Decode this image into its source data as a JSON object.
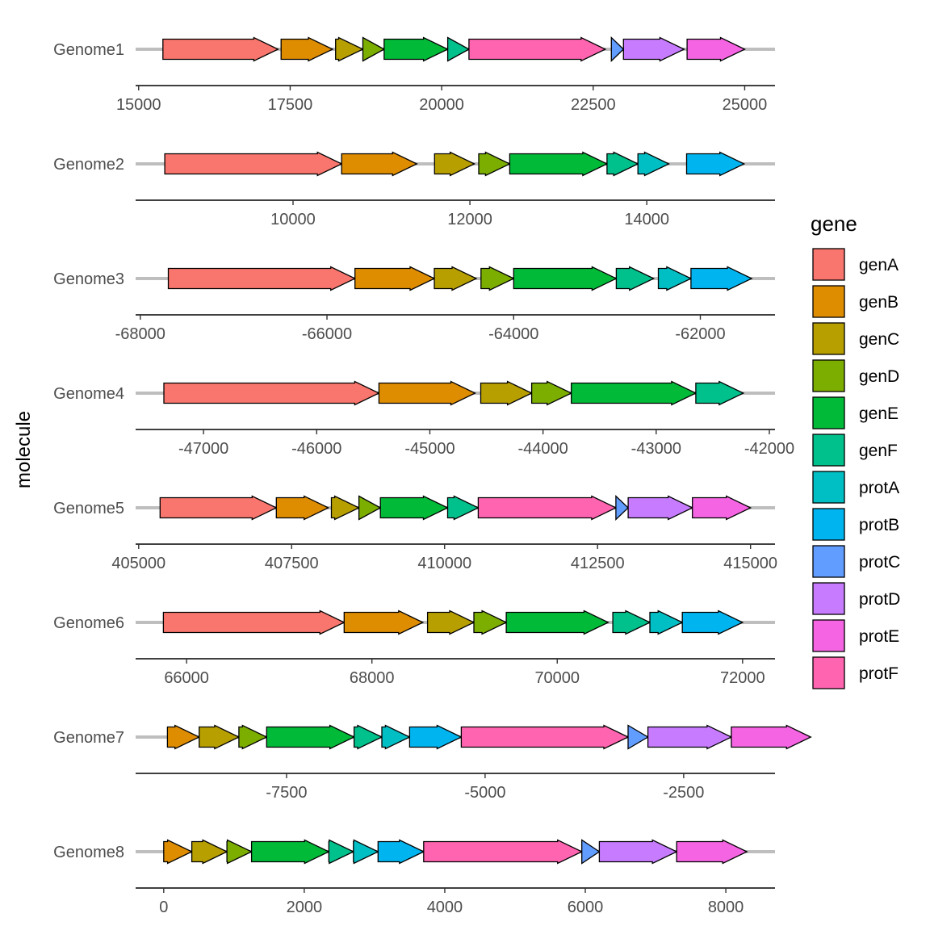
{
  "chart_data": {
    "type": "gene-arrow-map",
    "ylabel": "molecule",
    "legend": {
      "title": "gene",
      "placement": "right",
      "entries": [
        {
          "name": "genA",
          "color": "#F8766D"
        },
        {
          "name": "genB",
          "color": "#DE8C00"
        },
        {
          "name": "genC",
          "color": "#B79F00"
        },
        {
          "name": "genD",
          "color": "#7CAE00"
        },
        {
          "name": "genE",
          "color": "#00BA38"
        },
        {
          "name": "genF",
          "color": "#00C08B"
        },
        {
          "name": "protA",
          "color": "#00BFC4"
        },
        {
          "name": "protB",
          "color": "#00B4F0"
        },
        {
          "name": "protC",
          "color": "#619CFF"
        },
        {
          "name": "protD",
          "color": "#C77CFF"
        },
        {
          "name": "protE",
          "color": "#F564E3"
        },
        {
          "name": "protF",
          "color": "#FF64B0"
        }
      ]
    },
    "molecules": [
      {
        "name": "Genome1",
        "xlim": [
          14950,
          25500
        ],
        "ticks": [
          {
            "value": 15000,
            "label": "15000"
          },
          {
            "value": 17500,
            "label": "17500"
          },
          {
            "value": 20000,
            "label": "20000"
          },
          {
            "value": 22500,
            "label": "22500"
          },
          {
            "value": 25000,
            "label": "25000"
          }
        ],
        "genes": [
          {
            "gene": "genA",
            "start": 15400,
            "end": 17300
          },
          {
            "gene": "genB",
            "start": 17350,
            "end": 18200
          },
          {
            "gene": "genC",
            "start": 18250,
            "end": 18700
          },
          {
            "gene": "genD",
            "start": 18700,
            "end": 19050
          },
          {
            "gene": "genE",
            "start": 19050,
            "end": 20100
          },
          {
            "gene": "genF",
            "start": 20100,
            "end": 20450
          },
          {
            "gene": "protF",
            "start": 20450,
            "end": 22700
          },
          {
            "gene": "protC",
            "start": 22800,
            "end": 23000
          },
          {
            "gene": "protD",
            "start": 23000,
            "end": 24000
          },
          {
            "gene": "protE",
            "start": 24050,
            "end": 25000
          }
        ]
      },
      {
        "name": "Genome2",
        "xlim": [
          8220,
          15450
        ],
        "ticks": [
          {
            "value": 10000,
            "label": "10000"
          },
          {
            "value": 12000,
            "label": "12000"
          },
          {
            "value": 14000,
            "label": "14000"
          }
        ],
        "genes": [
          {
            "gene": "genA",
            "start": 8550,
            "end": 10550
          },
          {
            "gene": "genB",
            "start": 10550,
            "end": 11400
          },
          {
            "gene": "genC",
            "start": 11600,
            "end": 12050
          },
          {
            "gene": "genD",
            "start": 12100,
            "end": 12450
          },
          {
            "gene": "genE",
            "start": 12450,
            "end": 13550
          },
          {
            "gene": "genF",
            "start": 13550,
            "end": 13900
          },
          {
            "gene": "protA",
            "start": 13900,
            "end": 14250
          },
          {
            "gene": "protB",
            "start": 14450,
            "end": 15100
          }
        ]
      },
      {
        "name": "Genome3",
        "xlim": [
          -68050,
          -61200
        ],
        "ticks": [
          {
            "value": -68000,
            "label": "-68000"
          },
          {
            "value": -66000,
            "label": "-66000"
          },
          {
            "value": -64000,
            "label": "-64000"
          },
          {
            "value": -62000,
            "label": "-62000"
          }
        ],
        "genes": [
          {
            "gene": "genA",
            "start": -67700,
            "end": -65700
          },
          {
            "gene": "genB",
            "start": -65700,
            "end": -64850
          },
          {
            "gene": "genC",
            "start": -64850,
            "end": -64400
          },
          {
            "gene": "genD",
            "start": -64350,
            "end": -64000
          },
          {
            "gene": "genE",
            "start": -64000,
            "end": -62900
          },
          {
            "gene": "genF",
            "start": -62900,
            "end": -62500
          },
          {
            "gene": "protA",
            "start": -62450,
            "end": -62100
          },
          {
            "gene": "protB",
            "start": -62100,
            "end": -61450
          }
        ]
      },
      {
        "name": "Genome4",
        "xlim": [
          -47600,
          -41950
        ],
        "ticks": [
          {
            "value": -47000,
            "label": "-47000"
          },
          {
            "value": -46000,
            "label": "-46000"
          },
          {
            "value": -45000,
            "label": "-45000"
          },
          {
            "value": -44000,
            "label": "-44000"
          },
          {
            "value": -43000,
            "label": "-43000"
          },
          {
            "value": -42000,
            "label": "-42000"
          }
        ],
        "genes": [
          {
            "gene": "genA",
            "start": -47350,
            "end": -45450
          },
          {
            "gene": "genB",
            "start": -45450,
            "end": -44600
          },
          {
            "gene": "genC",
            "start": -44550,
            "end": -44100
          },
          {
            "gene": "genD",
            "start": -44100,
            "end": -43750
          },
          {
            "gene": "genE",
            "start": -43750,
            "end": -42650
          },
          {
            "gene": "genF",
            "start": -42650,
            "end": -42230
          }
        ]
      },
      {
        "name": "Genome5",
        "xlim": [
          404950,
          415400
        ],
        "ticks": [
          {
            "value": 405000,
            "label": "405000"
          },
          {
            "value": 407500,
            "label": "407500"
          },
          {
            "value": 410000,
            "label": "410000"
          },
          {
            "value": 412500,
            "label": "412500"
          },
          {
            "value": 415000,
            "label": "415000"
          }
        ],
        "genes": [
          {
            "gene": "genA",
            "start": 405350,
            "end": 407250
          },
          {
            "gene": "genB",
            "start": 407250,
            "end": 408100
          },
          {
            "gene": "genC",
            "start": 408150,
            "end": 408600
          },
          {
            "gene": "genD",
            "start": 408600,
            "end": 408950
          },
          {
            "gene": "genE",
            "start": 408950,
            "end": 410050
          },
          {
            "gene": "genF",
            "start": 410050,
            "end": 410550
          },
          {
            "gene": "protF",
            "start": 410550,
            "end": 412800
          },
          {
            "gene": "protC",
            "start": 412800,
            "end": 413000
          },
          {
            "gene": "protD",
            "start": 413000,
            "end": 414050
          },
          {
            "gene": "protE",
            "start": 414050,
            "end": 415000
          }
        ]
      },
      {
        "name": "Genome6",
        "xlim": [
          65450,
          72350
        ],
        "ticks": [
          {
            "value": 66000,
            "label": "66000"
          },
          {
            "value": 68000,
            "label": "68000"
          },
          {
            "value": 70000,
            "label": "70000"
          },
          {
            "value": 72000,
            "label": "72000"
          }
        ],
        "genes": [
          {
            "gene": "genA",
            "start": 65750,
            "end": 67700
          },
          {
            "gene": "genB",
            "start": 67700,
            "end": 68550
          },
          {
            "gene": "genC",
            "start": 68600,
            "end": 69100
          },
          {
            "gene": "genD",
            "start": 69100,
            "end": 69450
          },
          {
            "gene": "genE",
            "start": 69450,
            "end": 70550
          },
          {
            "gene": "genF",
            "start": 70600,
            "end": 71000
          },
          {
            "gene": "protA",
            "start": 71000,
            "end": 71350
          },
          {
            "gene": "protB",
            "start": 71350,
            "end": 72000
          }
        ]
      },
      {
        "name": "Genome7",
        "xlim": [
          -9400,
          -1350
        ],
        "ticks": [
          {
            "value": -7500,
            "label": "-7500"
          },
          {
            "value": -5000,
            "label": "-5000"
          },
          {
            "value": -2500,
            "label": "-2500"
          }
        ],
        "genes": [
          {
            "gene": "genB",
            "start": -9000,
            "end": -8600
          },
          {
            "gene": "genC",
            "start": -8600,
            "end": -8100
          },
          {
            "gene": "genD",
            "start": -8100,
            "end": -7750
          },
          {
            "gene": "genE",
            "start": -7750,
            "end": -6650
          },
          {
            "gene": "genF",
            "start": -6650,
            "end": -6300
          },
          {
            "gene": "protA",
            "start": -6300,
            "end": -5950
          },
          {
            "gene": "protB",
            "start": -5950,
            "end": -5300
          },
          {
            "gene": "protF",
            "start": -5300,
            "end": -3200
          },
          {
            "gene": "protC",
            "start": -3200,
            "end": -2950
          },
          {
            "gene": "protD",
            "start": -2950,
            "end": -1900
          },
          {
            "gene": "protE",
            "start": -1900,
            "end": -900
          }
        ]
      },
      {
        "name": "Genome8",
        "xlim": [
          -400,
          8700
        ],
        "ticks": [
          {
            "value": 0,
            "label": "0"
          },
          {
            "value": 2000,
            "label": "2000"
          },
          {
            "value": 4000,
            "label": "4000"
          },
          {
            "value": 6000,
            "label": "6000"
          },
          {
            "value": 8000,
            "label": "8000"
          }
        ],
        "genes": [
          {
            "gene": "genB",
            "start": 0,
            "end": 400
          },
          {
            "gene": "genC",
            "start": 400,
            "end": 900
          },
          {
            "gene": "genD",
            "start": 900,
            "end": 1250
          },
          {
            "gene": "genE",
            "start": 1250,
            "end": 2350
          },
          {
            "gene": "genF",
            "start": 2350,
            "end": 2700
          },
          {
            "gene": "protA",
            "start": 2700,
            "end": 3050
          },
          {
            "gene": "protB",
            "start": 3050,
            "end": 3700
          },
          {
            "gene": "protF",
            "start": 3700,
            "end": 5950
          },
          {
            "gene": "protC",
            "start": 5950,
            "end": 6200
          },
          {
            "gene": "protD",
            "start": 6200,
            "end": 7300
          },
          {
            "gene": "protE",
            "start": 7300,
            "end": 8300
          }
        ]
      }
    ]
  }
}
